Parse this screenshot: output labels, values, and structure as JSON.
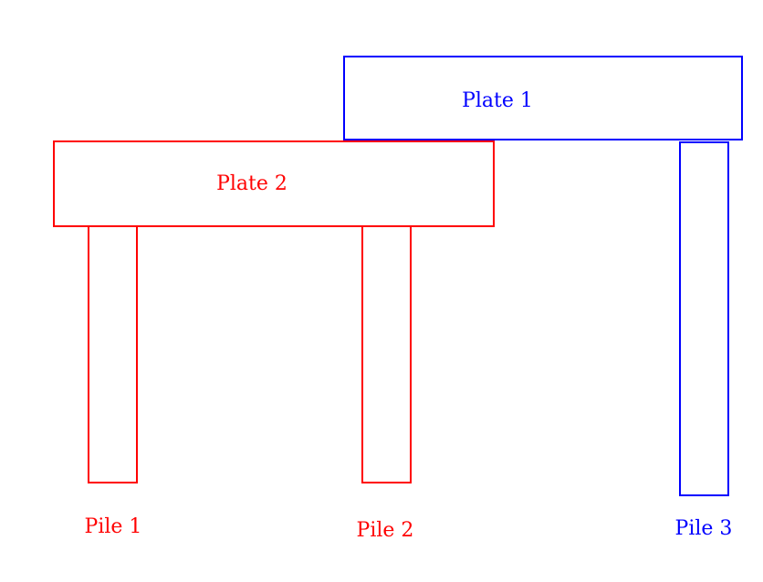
{
  "colors": {
    "red": "#ff0000",
    "blue": "#0000ff",
    "background": "#ffffff"
  },
  "plates": [
    {
      "label": "Plate 1",
      "color": "blue"
    },
    {
      "label": "Plate 2",
      "color": "red"
    }
  ],
  "piles": [
    {
      "label": "Pile 1",
      "color": "red"
    },
    {
      "label": "Pile 2",
      "color": "red"
    },
    {
      "label": "Pile 3",
      "color": "blue"
    }
  ]
}
